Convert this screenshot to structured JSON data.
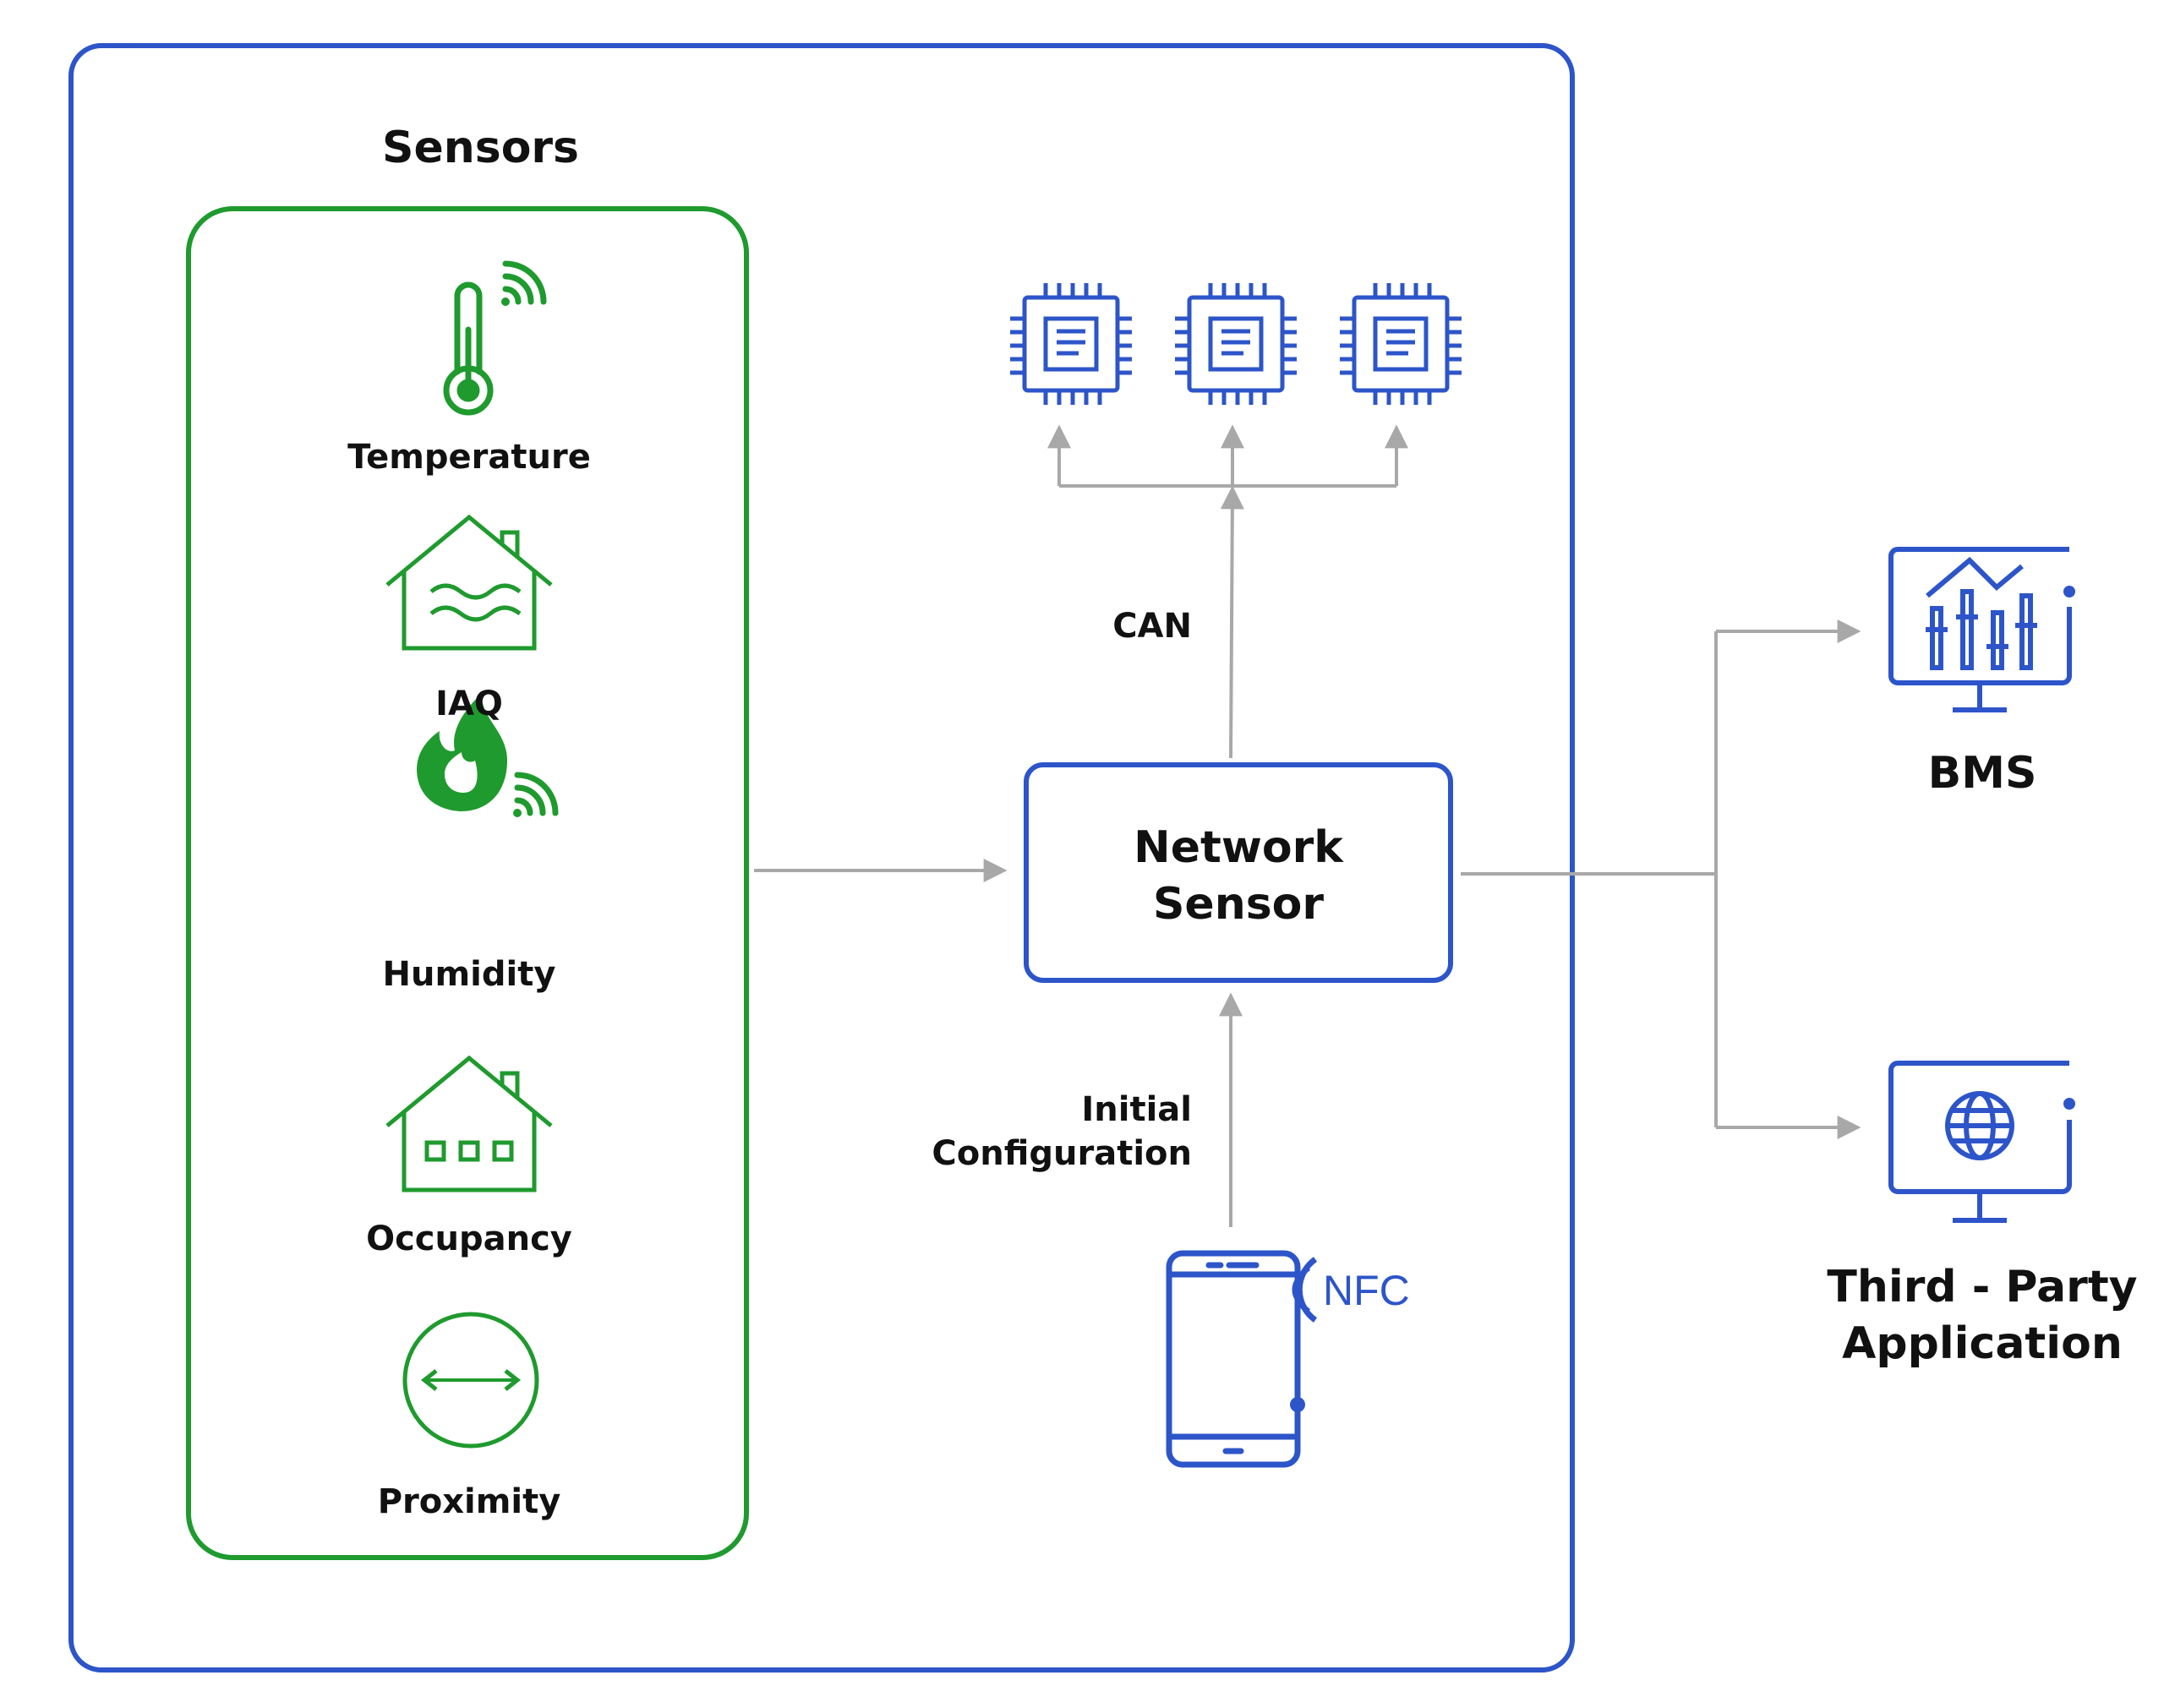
{
  "sensors_panel": {
    "title": "Sensors",
    "items": [
      {
        "label": "Temperature",
        "icon": "thermometer-wifi-icon"
      },
      {
        "label": "IAQ",
        "icon": "house-air-icon"
      },
      {
        "label": "Humidity",
        "icon": "flame-wifi-icon"
      },
      {
        "label": "Occupancy",
        "icon": "house-occupancy-icon"
      },
      {
        "label": "Proximity",
        "icon": "proximity-arrows-icon"
      }
    ]
  },
  "network_sensor": {
    "line1": "Network",
    "line2": "Sensor"
  },
  "can_label": "CAN",
  "config_label": {
    "line1": "Initial",
    "line2": "Configuration"
  },
  "nfc_label": "NFC",
  "outputs": {
    "bms": "BMS",
    "third_party": {
      "line1": "Third - Party",
      "line2": "Application"
    }
  },
  "colors": {
    "blue": "#2d55c9",
    "green": "#1f9a2e",
    "arrow_gray": "#a8a8a8",
    "text": "#111111"
  },
  "icons": {
    "chips": [
      "chip-icon",
      "chip-icon",
      "chip-icon"
    ],
    "phone": "smartphone-nfc-icon",
    "bms": "monitor-chart-icon",
    "third_party": "monitor-globe-icon"
  }
}
